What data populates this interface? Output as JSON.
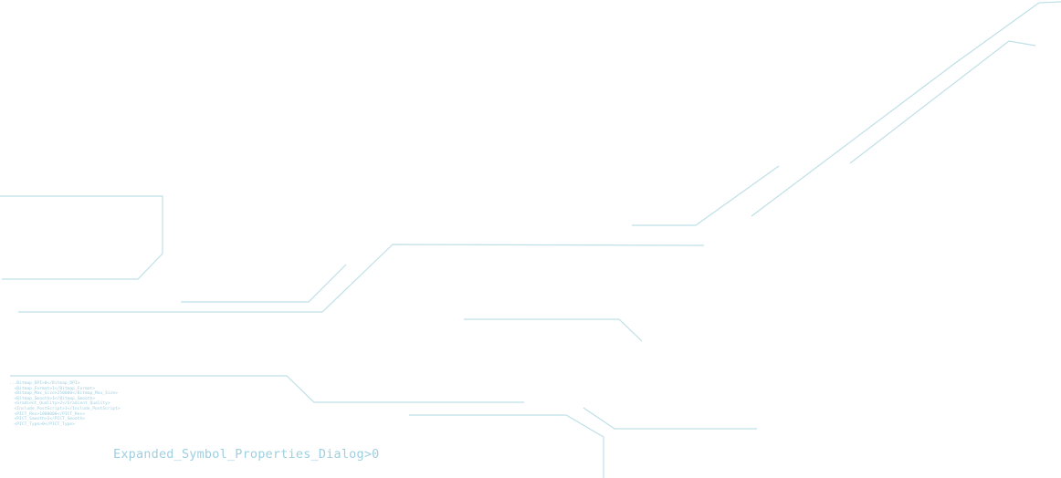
{
  "code_lines": [
    "...Bitmap_DPI>0</Bitmap_DPI>",
    "  <Bitmap_Format>1</Bitmap_Format>",
    "  <Bitmap_Max_Size>250000</Bitmap_Max_Size>",
    "  <Bitmap_Smooth>1</Bitmap_Smooth>",
    "  <Gradient_Quality>2</Gradient_Quality>",
    "  <Include_PostScript>1</Include_PostScript>",
    "  <PICT_Res>1000000</PICT_Res>",
    "  <PICT_Smooth>1</PICT_Smooth>",
    "  <PICT_Type>0</PICT_Type>"
  ],
  "caption": "Expanded_Symbol_Properties_Dialog>0",
  "colors": {
    "line": "#bfe0e8",
    "text": "#9fcfe0",
    "background": "#ffffff"
  }
}
